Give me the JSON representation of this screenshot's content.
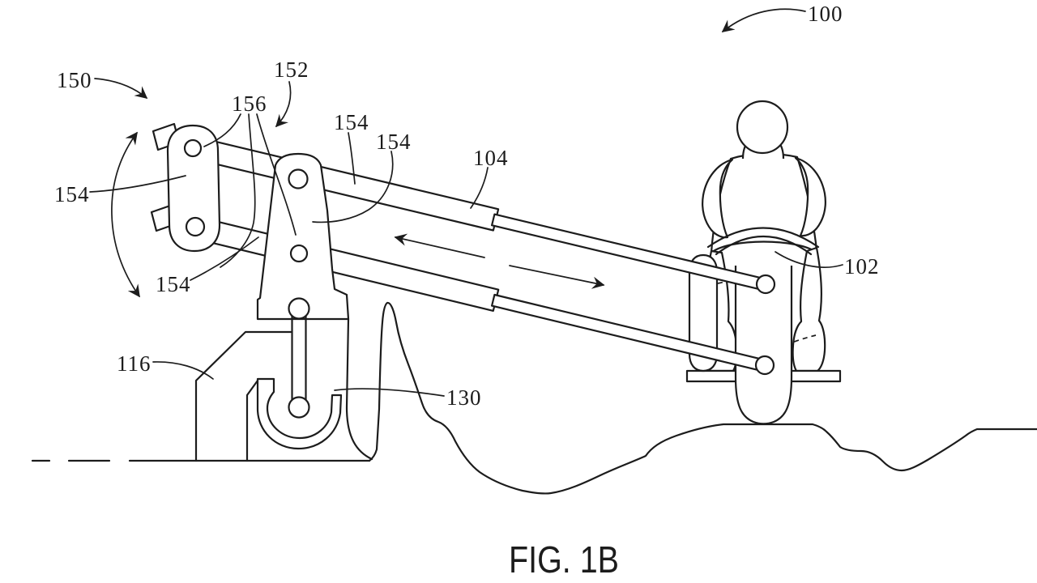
{
  "figure": {
    "caption": "FIG. 1B",
    "line_color": "#1c1c1c",
    "background_color": "#ffffff",
    "reference_labels": [
      {
        "text": "100"
      },
      {
        "text": "150"
      },
      {
        "text": "152"
      },
      {
        "text": "156"
      },
      {
        "text": "154"
      },
      {
        "text": "154"
      },
      {
        "text": "104"
      },
      {
        "text": "102"
      },
      {
        "text": "154"
      },
      {
        "text": "154"
      },
      {
        "text": "116"
      },
      {
        "text": "130"
      }
    ]
  }
}
